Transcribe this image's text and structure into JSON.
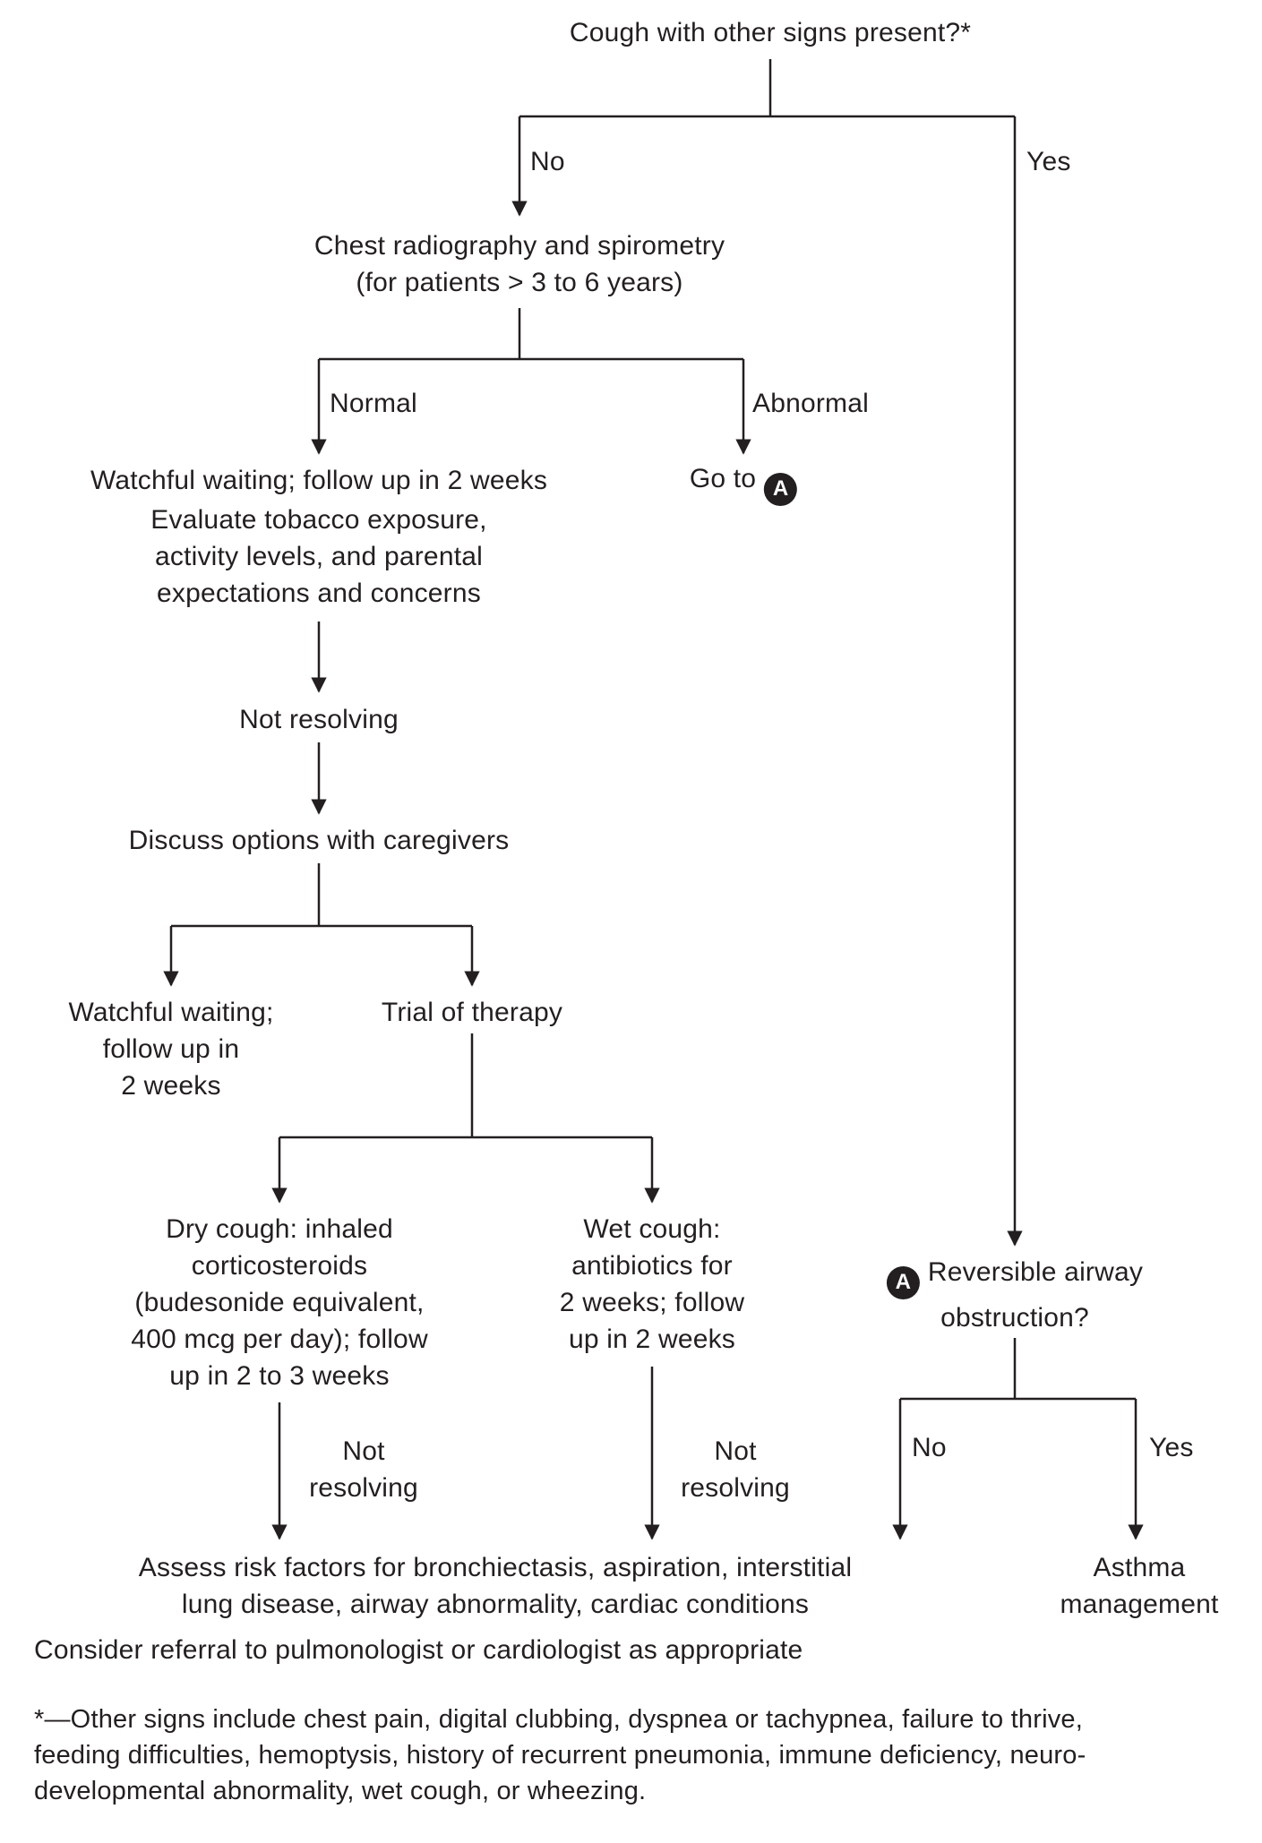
{
  "palette": {
    "ink": "#231f20",
    "background": "#ffffff",
    "marker_bg": "#231f20",
    "marker_text": "#ffffff"
  },
  "nodes": {
    "root_question": "Cough with other signs present?*",
    "branch_no": "No",
    "branch_yes": "Yes",
    "chest": {
      "line1": "Chest radiography and spirometry",
      "line2": "(for patients > 3 to 6 years)"
    },
    "branch_normal": "Normal",
    "branch_abnormal": "Abnormal",
    "watchful_first": "Watchful waiting; follow up in 2 weeks",
    "evaluate": {
      "line1": "Evaluate tobacco exposure,",
      "line2": "activity levels, and parental",
      "line3": "expectations and concerns"
    },
    "goto_a": {
      "prefix": "Go to",
      "marker": "A"
    },
    "not_resolving_first": "Not resolving",
    "discuss": "Discuss options with caregivers",
    "watchful_second": {
      "line1": "Watchful waiting;",
      "line2": "follow up in",
      "line3": "2 weeks"
    },
    "trial": "Trial of therapy",
    "dry_cough": {
      "line1": "Dry cough: inhaled",
      "line2": "corticosteroids",
      "line3": "(budesonide equivalent,",
      "line4": "400 mcg per day); follow",
      "line5": "up in 2 to 3 weeks"
    },
    "wet_cough": {
      "line1": "Wet cough:",
      "line2": "antibiotics for",
      "line3": "2 weeks; follow",
      "line4": "up in 2 weeks"
    },
    "not_resolving_dry": {
      "line1": "Not",
      "line2": "resolving"
    },
    "not_resolving_wet": {
      "line1": "Not",
      "line2": "resolving"
    },
    "reversible": {
      "marker": "A",
      "line1": "Reversible airway",
      "line2": "obstruction?"
    },
    "branch_no_second": "No",
    "branch_yes_second": "Yes",
    "assess": {
      "line1": "Assess risk factors for bronchiectasis, aspiration, interstitial",
      "line2": "lung disease, airway abnormality, cardiac conditions"
    },
    "asthma": {
      "line1": "Asthma",
      "line2": "management"
    },
    "consider": "Consider referral to pulmonologist or cardiologist as appropriate",
    "footnote": {
      "line1": "*—Other signs include chest pain, digital clubbing, dyspnea or tachypnea, failure to thrive,",
      "line2": "feeding difficulties, hemoptysis, history of recurrent pneumonia, immune deficiency, neuro-",
      "line3": "developmental abnormality, wet cough, or wheezing."
    }
  }
}
